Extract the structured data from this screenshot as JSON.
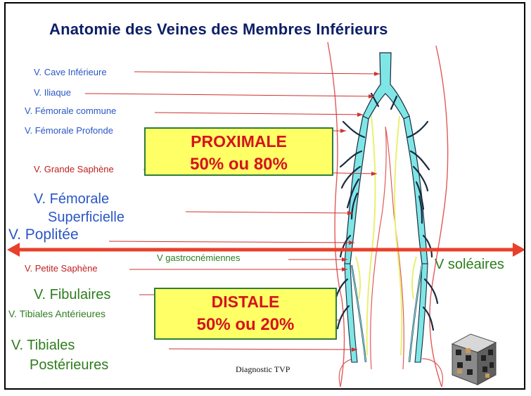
{
  "title": "Anatomie des Veines des Membres Inférieurs",
  "labels": {
    "cave": "V. Cave Inférieure",
    "iliaque": "V. Iliaque",
    "femorale_commune": "V. Fémorale commune",
    "femorale_profonde": "V. Fémorale Profonde",
    "grande_saphene": "V. Grande Saphène",
    "femorale_sup_line1": "V. Fémorale",
    "femorale_sup_line2": "Superficielle",
    "poplitee": "V. Poplitée",
    "gastrocnemiennes": "V gastrocnémiennes",
    "petite_saphene": "V. Petite Saphène",
    "fibulaires": "V. Fibulaires",
    "tibiales_ant": "V. Tibiales Antérieures",
    "tibiales_post_line1": "V. Tibiales",
    "tibiales_post_line2": "Postérieures",
    "soleaires": "V soléaires"
  },
  "proximal_box": {
    "line1": "PROXIMALE",
    "line2": "50% ou 80%"
  },
  "distal_box": {
    "line1": "DISTALE",
    "line2": "50% ou 20%"
  },
  "caption": "Diagnostic TVP",
  "colors": {
    "title": "#0b1f66",
    "blue_label": "#2a56c6",
    "red_label": "#c0201f",
    "green_label": "#2e7d1e",
    "box_fill": "#ffff66",
    "box_text": "#d4141c",
    "vein_fill": "#7fe6e6",
    "saphenous": "#e8f070",
    "divider_arrow": "#e8402a"
  }
}
